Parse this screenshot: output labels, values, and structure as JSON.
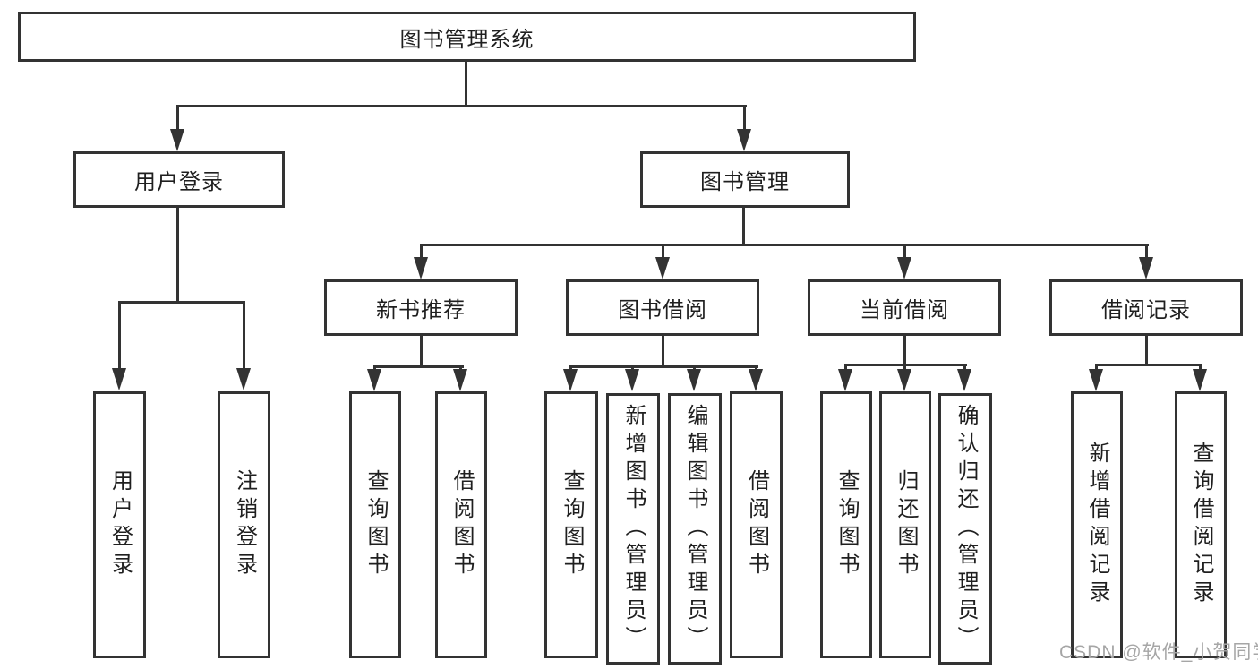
{
  "tree": {
    "root": {
      "label": "图书管理系统",
      "children": [
        {
          "label": "用户登录",
          "children": [
            {
              "label": "用户登录"
            },
            {
              "label": "注销登录"
            }
          ]
        },
        {
          "label": "图书管理",
          "children": [
            {
              "label": "新书推荐",
              "children": [
                {
                  "label": "查询图书"
                },
                {
                  "label": "借阅图书"
                }
              ]
            },
            {
              "label": "图书借阅",
              "children": [
                {
                  "label": "查询图书"
                },
                {
                  "label": "新增图书（管理员）"
                },
                {
                  "label": "编辑图书（管理员）"
                },
                {
                  "label": "借阅图书"
                }
              ]
            },
            {
              "label": "当前借阅",
              "children": [
                {
                  "label": "查询图书"
                },
                {
                  "label": "归还图书"
                },
                {
                  "label": "确认归还（管理员）"
                }
              ]
            },
            {
              "label": "借阅记录",
              "children": [
                {
                  "label": "新增借阅记录"
                },
                {
                  "label": "查询借阅记录"
                }
              ]
            }
          ]
        }
      ]
    }
  },
  "watermark": {
    "text": "CSDN @软件_小贺同学"
  },
  "colors": {
    "line": "#333333",
    "text": "#1f1f1f",
    "background": "#ffffff",
    "watermark": "#a6a6a6"
  }
}
